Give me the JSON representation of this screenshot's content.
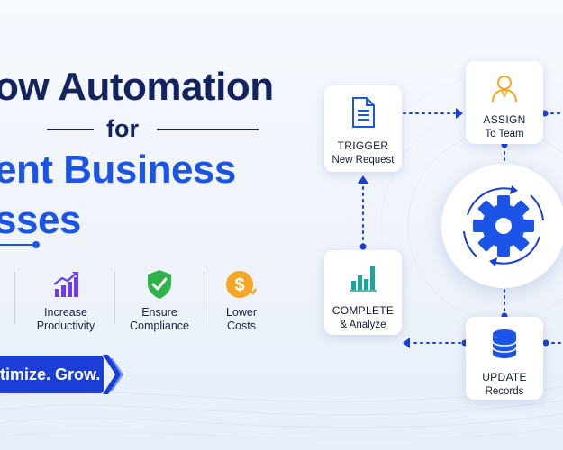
{
  "headline": {
    "line1": "ow Automation",
    "line2": "for",
    "line3": "ent Business",
    "line4": "sses"
  },
  "benefits": [
    {
      "icon": "bar-chart-up-icon",
      "label_line1": "Increase",
      "label_line2": "Productivity"
    },
    {
      "icon": "shield-check-icon",
      "label_line1": "Ensure",
      "label_line2": "Compliance"
    },
    {
      "icon": "dollar-coin-icon",
      "label_line1": "Lower",
      "label_line2": "Costs"
    }
  ],
  "cta": {
    "label": "timize. Grow."
  },
  "workflow": {
    "trigger": {
      "icon": "document-icon",
      "title": "TRIGGER",
      "subtitle": "New Request"
    },
    "assign": {
      "icon": "person-icon",
      "title": "ASSIGN",
      "subtitle": "To Team"
    },
    "complete": {
      "icon": "bar-chart-icon",
      "title": "COMPLETE",
      "subtitle": "& Analyze"
    },
    "update": {
      "icon": "database-icon",
      "title": "UPDATE",
      "subtitle": "Records"
    },
    "center": {
      "icon": "gear-cycle-icon"
    }
  },
  "colors": {
    "navy": "#13235f",
    "blue": "#1b54e6",
    "purple": "#6a3de8",
    "green": "#2fb24a",
    "orange": "#f5a623",
    "teal": "#1aa79a"
  }
}
